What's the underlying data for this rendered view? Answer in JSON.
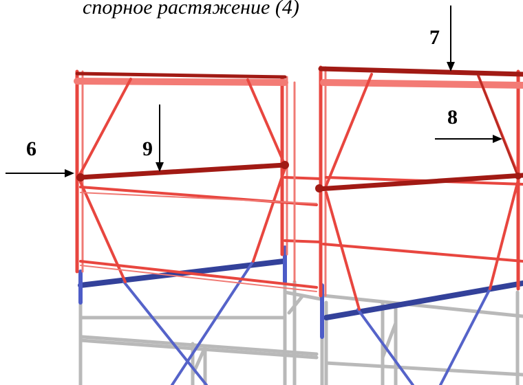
{
  "caption": {
    "text": "спорное растяжение (4)"
  },
  "callouts": [
    {
      "id": "6",
      "label": "6",
      "arrow_direction": "right"
    },
    {
      "id": "7",
      "label": "7",
      "arrow_direction": "down"
    },
    {
      "id": "8",
      "label": "8",
      "arrow_direction": "right"
    },
    {
      "id": "9",
      "label": "9",
      "arrow_direction": "down"
    }
  ],
  "colors": {
    "loaded_member": "#e8463f",
    "highly_loaded_member": "#a11a14",
    "compressed_member": "#33419a",
    "unloaded_member": "#b9b9b9",
    "arrow": "#000000",
    "text": "#000000"
  }
}
